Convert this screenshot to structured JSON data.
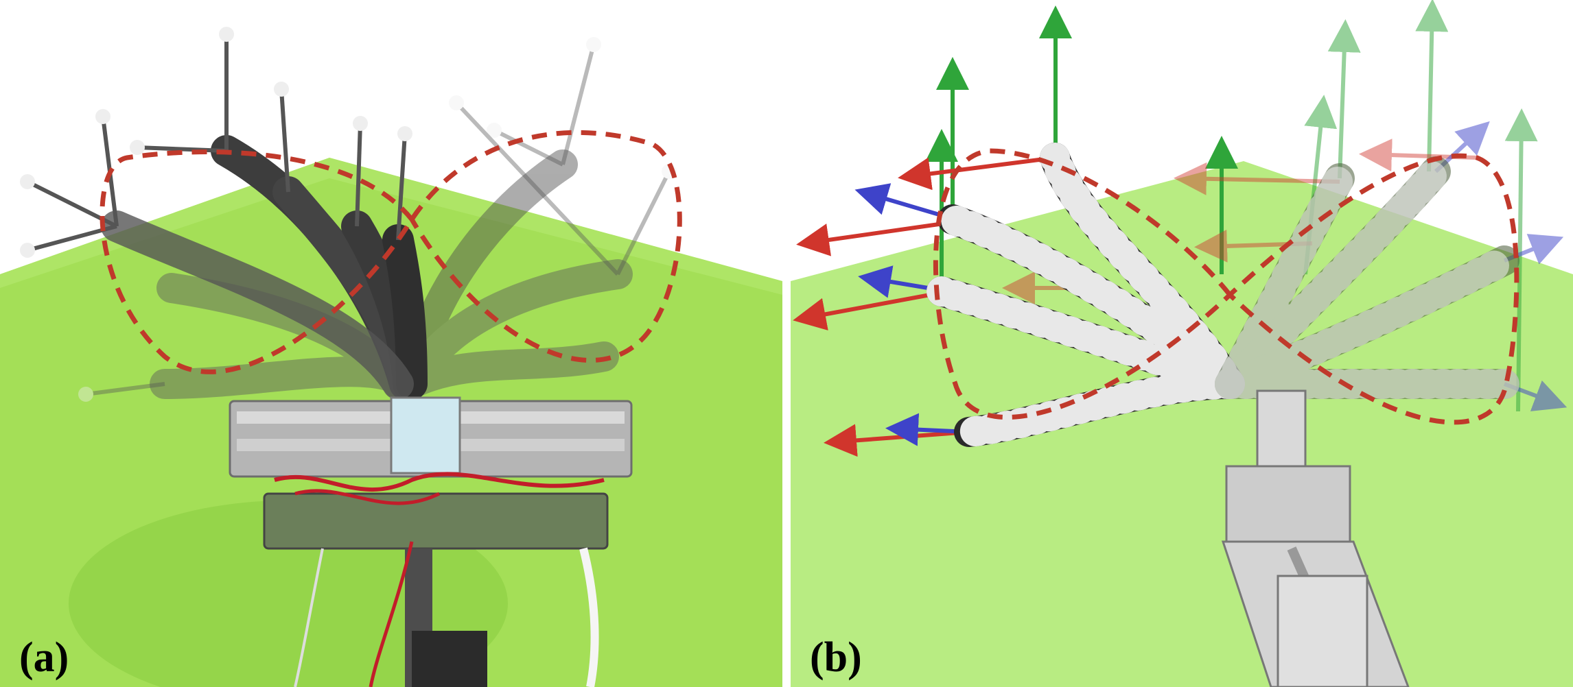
{
  "figure": {
    "panels": [
      {
        "id": "a",
        "label": "(a)",
        "kind": "photo of physical soft continuum robot with motion-capture markers, overlaid poses"
      },
      {
        "id": "b",
        "label": "(b)",
        "kind": "simulation render of continuum robot with coordinate-frame arrows"
      }
    ]
  },
  "colors": {
    "green_bg": "#a8e35a",
    "green_bg_light": "#b9ee77",
    "trajectory": "#c0392b",
    "axis_x": "#d0352c",
    "axis_y": "#2fa53a",
    "axis_z": "#3e43c9",
    "robot_dark": "#3a3a3a",
    "robot_ring": "#e6e6e6"
  }
}
